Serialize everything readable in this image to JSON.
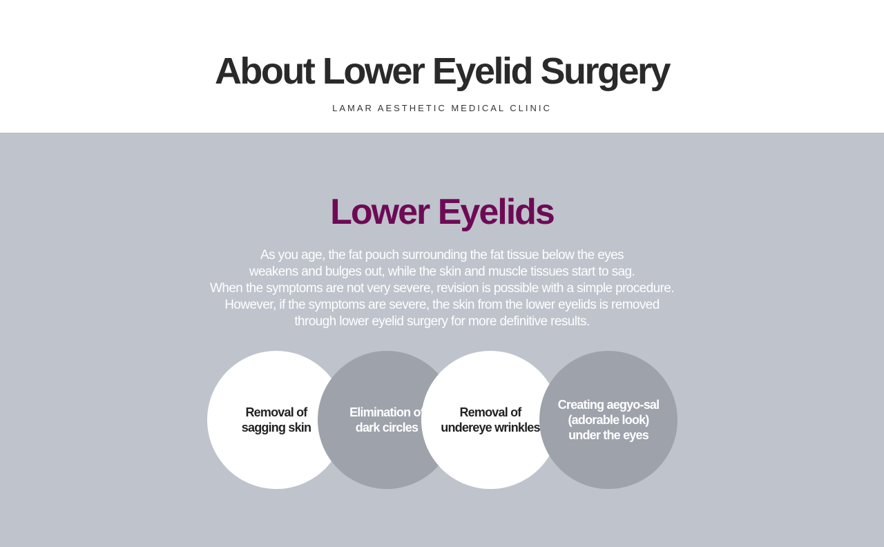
{
  "header": {
    "title": "About Lower Eyelid Surgery",
    "subtitle": "LAMAR AESTHETIC MEDICAL CLINIC"
  },
  "section": {
    "title": "Lower Eyelids",
    "description_lines": [
      "As you age, the fat pouch surrounding the fat tissue below the eyes",
      "weakens and bulges out, while the skin and muscle tissues start to sag.",
      "When the symptoms are not very severe, revision is possible with a simple procedure.",
      "However, if the symptoms are severe, the skin from the lower eyelids is removed",
      "through lower eyelid surgery for more definitive results."
    ],
    "benefits": [
      {
        "lines": [
          "Removal of",
          "sagging skin"
        ]
      },
      {
        "lines": [
          "Elimination of",
          "dark circles"
        ]
      },
      {
        "lines": [
          "Removal of",
          "undereye wrinkles"
        ]
      },
      {
        "lines": [
          "Creating aegyo-sal",
          "(adorable look)",
          "under the eyes"
        ]
      }
    ]
  },
  "colors": {
    "background_section": "#bfc3cc",
    "accent_title": "#6e0a55",
    "circle_white": "#ffffff",
    "circle_gray": "#9ea2ab"
  }
}
